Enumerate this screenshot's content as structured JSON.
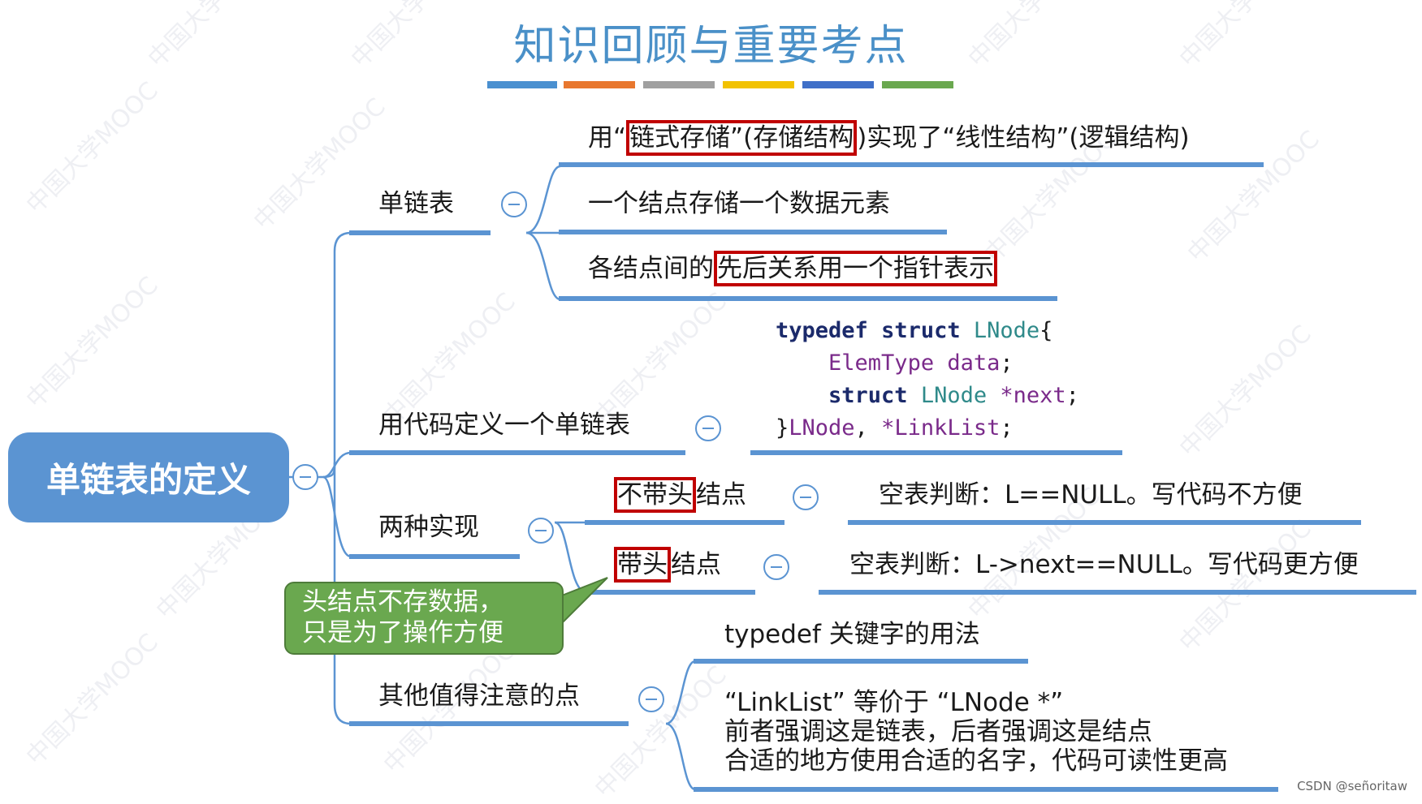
{
  "title": "知识回顾与重要考点",
  "title_color": "#4a90c8",
  "color_bar": [
    "#4a90d0",
    "#e8772e",
    "#a0a0a0",
    "#f2c200",
    "#3f6fc8",
    "#6aa84f"
  ],
  "root": {
    "label": "单链表的定义"
  },
  "branches": {
    "single_list": {
      "label": "单链表",
      "items": {
        "item1": {
          "pre": "用“",
          "highlight": "链式存储”(存储结构",
          "post": ")实现了“线性结构”(逻辑结构)"
        },
        "item2": {
          "text": "一个结点存储一个数据元素"
        },
        "item3": {
          "pre": "各结点间的",
          "highlight": "先后关系用一个指针表示"
        }
      }
    },
    "code_def": {
      "label": "用代码定义一个单链表",
      "code": {
        "l1_kw1": "typedef",
        "l1_kw2": "struct",
        "l1_type": "LNode",
        "l1_brace": "{",
        "l2_type": "ElemType",
        "l2_var": "data",
        "l2_semi": ";",
        "l3_kw": "struct",
        "l3_type": "LNode",
        "l3_var": "*next",
        "l3_semi": ";",
        "l4_brace": "}",
        "l4_t1": "LNode",
        "l4_sep": ", ",
        "l4_t2": "*LinkList",
        "l4_semi": ";"
      }
    },
    "two_impl": {
      "label": "两种实现",
      "no_head": {
        "highlight": "不带头",
        "rest": "结点",
        "detail": "空表判断：L==NULL。写代码不方便"
      },
      "with_head": {
        "highlight": "带头",
        "rest": "结点",
        "detail": "空表判断：L->next==NULL。写代码更方便"
      },
      "callout": {
        "line1": "头结点不存数据，",
        "line2": "只是为了操作方便"
      }
    },
    "other_notes": {
      "label": "其他值得注意的点",
      "note1": "typedef 关键字的用法",
      "note2": {
        "line1": "“LinkList” 等价于 “LNode *”",
        "line2": "前者强调这是链表，后者强调这是结点",
        "line3": "合适的地方使用合适的名字，代码可读性更高"
      }
    }
  },
  "watermark": {
    "a": "中国大学MOOC"
  },
  "credit": "CSDN @señoritaw"
}
